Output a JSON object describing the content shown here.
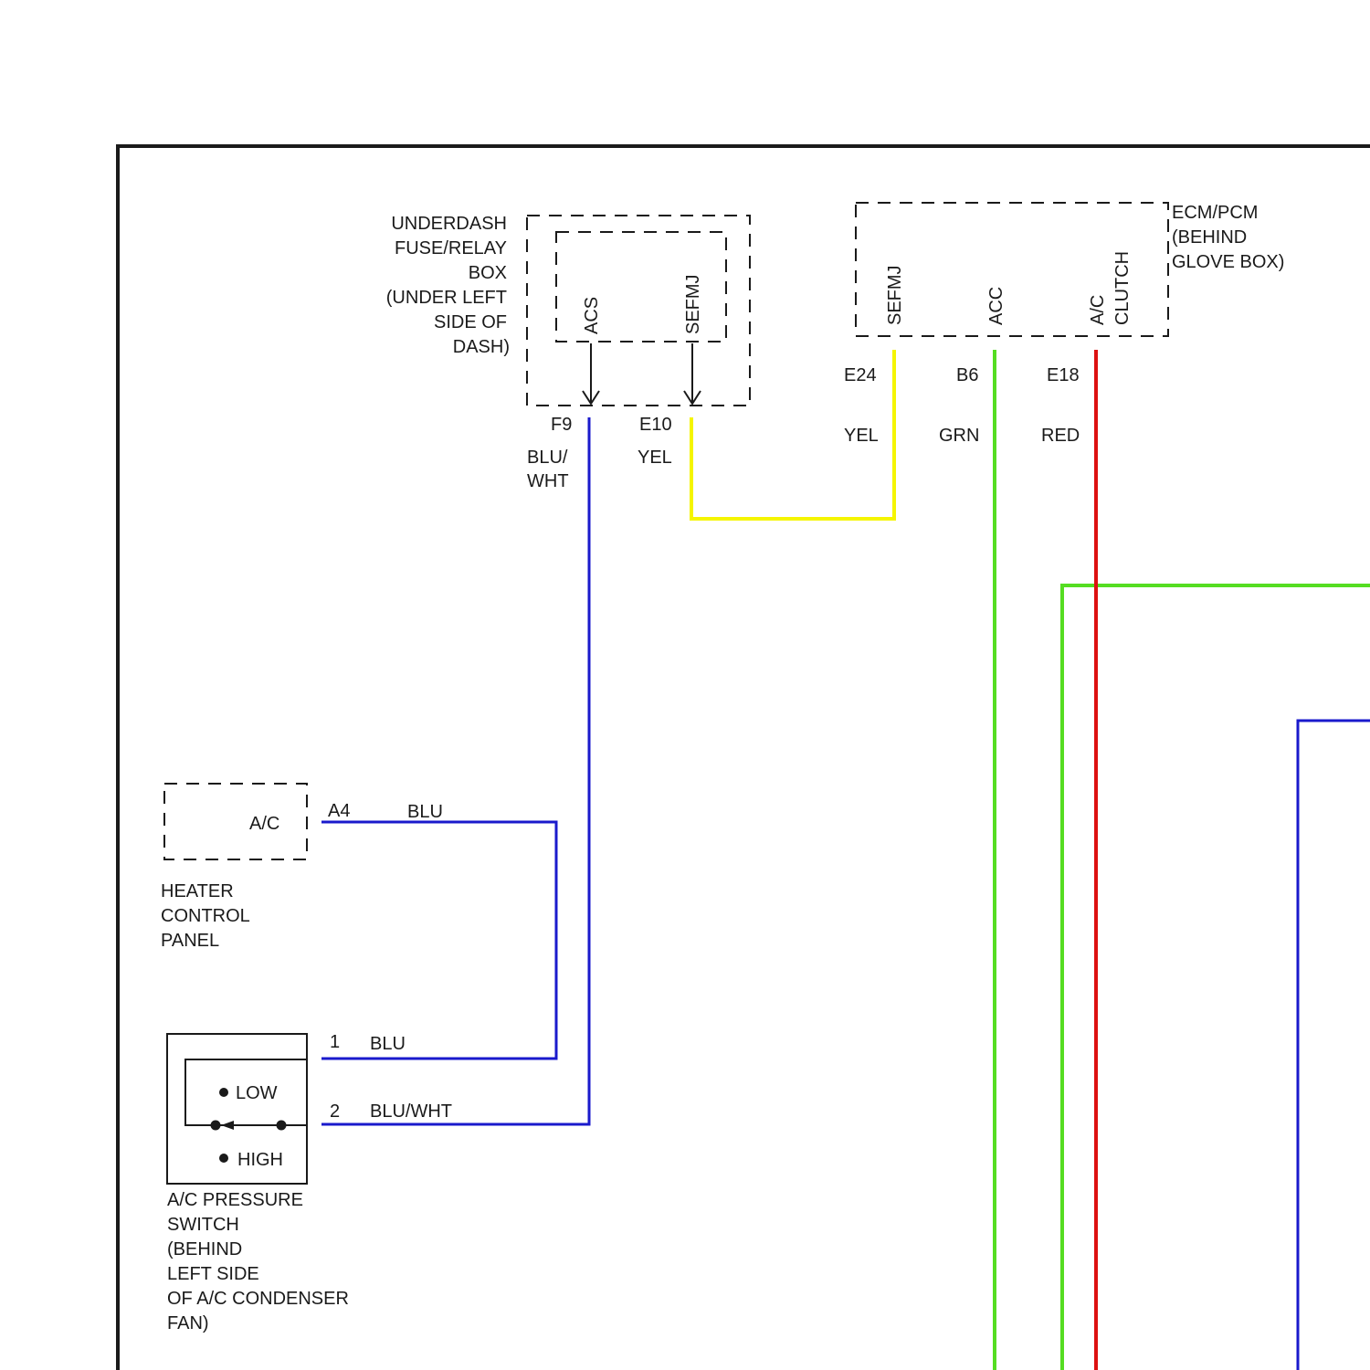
{
  "colors": {
    "blue": "#1a1acc",
    "yellow": "#f5f500",
    "green": "#55dd22",
    "red": "#dd1111",
    "frame": "#1a1a1a"
  },
  "fuse_box": {
    "label_lines": [
      "UNDERDASH",
      "FUSE/RELAY",
      "BOX",
      "(UNDER LEFT",
      "SIDE OF",
      "DASH)"
    ],
    "pins": [
      "ACS",
      "SEFMJ"
    ],
    "connectors": {
      "f9": "F9",
      "e10": "E10"
    },
    "wires": {
      "f9_color": [
        "BLU/",
        "WHT"
      ],
      "e10_color": "YEL"
    }
  },
  "ecm": {
    "label_lines": [
      "ECM/PCM",
      "(BEHIND",
      "GLOVE BOX)"
    ],
    "pins": {
      "sefmj": "SEFMJ",
      "acc": "ACC",
      "ac_clutch": [
        "A/C",
        "CLUTCH"
      ]
    },
    "connectors": {
      "e24": "E24",
      "b6": "B6",
      "e18": "E18"
    },
    "wires": {
      "e24_color": "YEL",
      "b6_color": "GRN",
      "e18_color": "RED"
    }
  },
  "heater_panel": {
    "pin": "A/C",
    "connector": "A4",
    "wire_color": "BLU",
    "label_lines": [
      "HEATER",
      "CONTROL",
      "PANEL"
    ]
  },
  "pressure_switch": {
    "low": "LOW",
    "high": "HIGH",
    "pin1": "1",
    "pin1_color": "BLU",
    "pin2": "2",
    "pin2_color": "BLU/WHT",
    "label_lines": [
      "A/C PRESSURE",
      "SWITCH",
      "(BEHIND",
      "LEFT SIDE",
      "OF A/C CONDENSER",
      "FAN)"
    ]
  }
}
